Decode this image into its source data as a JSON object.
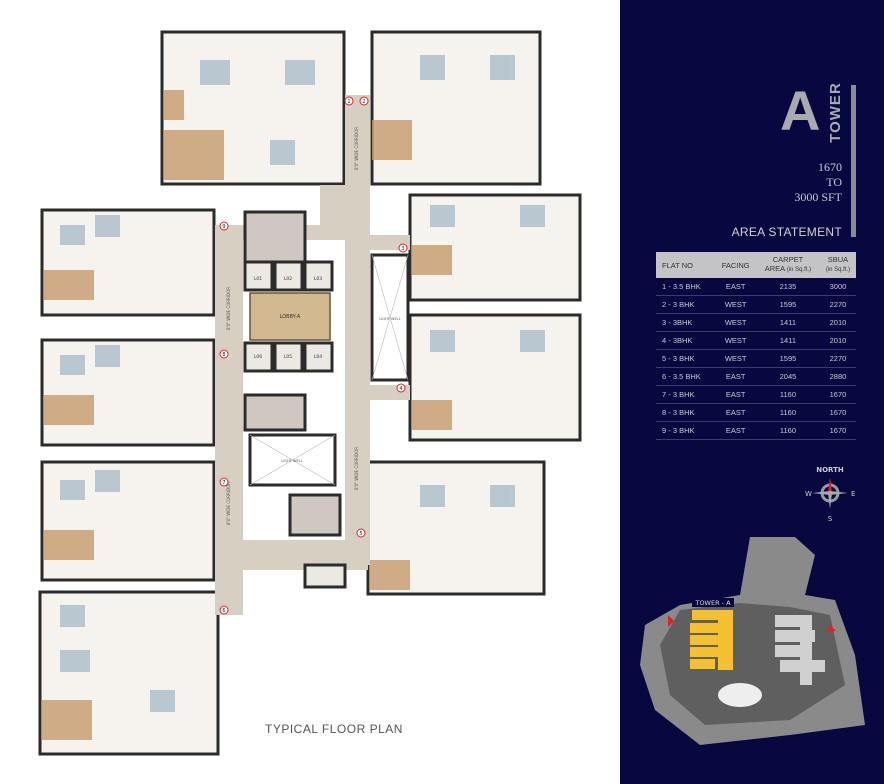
{
  "tower": {
    "letter": "A",
    "word": "TOWER"
  },
  "range": {
    "from": "1670",
    "to_word": "TO",
    "to": "3000 SFT"
  },
  "area_statement": {
    "title": "AREA STATEMENT",
    "headers": {
      "flat_no": "FLAT NO",
      "facing": "FACING",
      "carpet": "CARPET",
      "carpet_area": "AREA",
      "carpet_unit": "(in Sq.ft.)",
      "sbua": "SBUA",
      "sbua_unit": "(in Sq.ft.)"
    },
    "rows": [
      {
        "flat": "1 - 3.5 BHK",
        "facing": "EAST",
        "carpet": "2135",
        "sbua": "3000"
      },
      {
        "flat": "2 - 3 BHK",
        "facing": "WEST",
        "carpet": "1595",
        "sbua": "2270"
      },
      {
        "flat": "3 - 3BHK",
        "facing": "WEST",
        "carpet": "1411",
        "sbua": "2010"
      },
      {
        "flat": "4 - 3BHK",
        "facing": "WEST",
        "carpet": "1411",
        "sbua": "2010"
      },
      {
        "flat": "5 - 3 BHK",
        "facing": "WEST",
        "carpet": "1595",
        "sbua": "2270"
      },
      {
        "flat": "6 - 3.5 BHK",
        "facing": "EAST",
        "carpet": "2045",
        "sbua": "2880"
      },
      {
        "flat": "7 - 3 BHK",
        "facing": "EAST",
        "carpet": "1160",
        "sbua": "1670"
      },
      {
        "flat": "8 - 3 BHK",
        "facing": "EAST",
        "carpet": "1160",
        "sbua": "1670"
      },
      {
        "flat": "9 - 3 BHK",
        "facing": "EAST",
        "carpet": "1160",
        "sbua": "1670"
      }
    ]
  },
  "compass": {
    "north": "NORTH",
    "south": "S",
    "east": "E",
    "west": "W"
  },
  "site_plan": {
    "label": "TOWER - A"
  },
  "floor_plan": {
    "title": "TYPICAL FLOOR PLAN",
    "lobby": "LOBBY-A",
    "light_well": "LIGHT WELL",
    "corridor": "8'0\" WIDE CORRIDOR",
    "lifts": [
      "L01",
      "L02",
      "L03",
      "L04",
      "L05",
      "L06"
    ],
    "flat_markers": [
      "1",
      "2",
      "3",
      "4",
      "5",
      "6",
      "7",
      "8",
      "9"
    ]
  },
  "colors": {
    "panel": "#07083f",
    "highlight": "#f5c030",
    "marker": "#e0202a"
  }
}
